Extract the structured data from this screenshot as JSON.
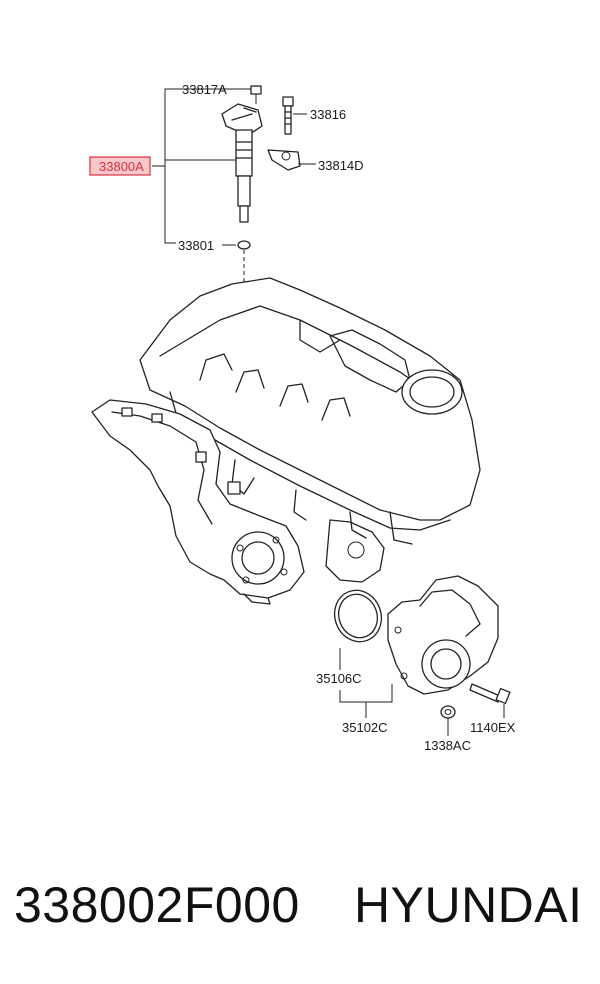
{
  "diagram": {
    "labels": {
      "p33817A": "33817A",
      "p33816": "33816",
      "p33800A": "33800A",
      "p33814D": "33814D",
      "p33801": "33801",
      "p35106C": "35106C",
      "p35102C": "35102C",
      "p1140EX": "1140EX",
      "p1338AC": "1338AC"
    },
    "highlight_color": "#d9303e"
  },
  "caption": {
    "part_number": "338002F000",
    "brand": "HYUNDAI"
  }
}
